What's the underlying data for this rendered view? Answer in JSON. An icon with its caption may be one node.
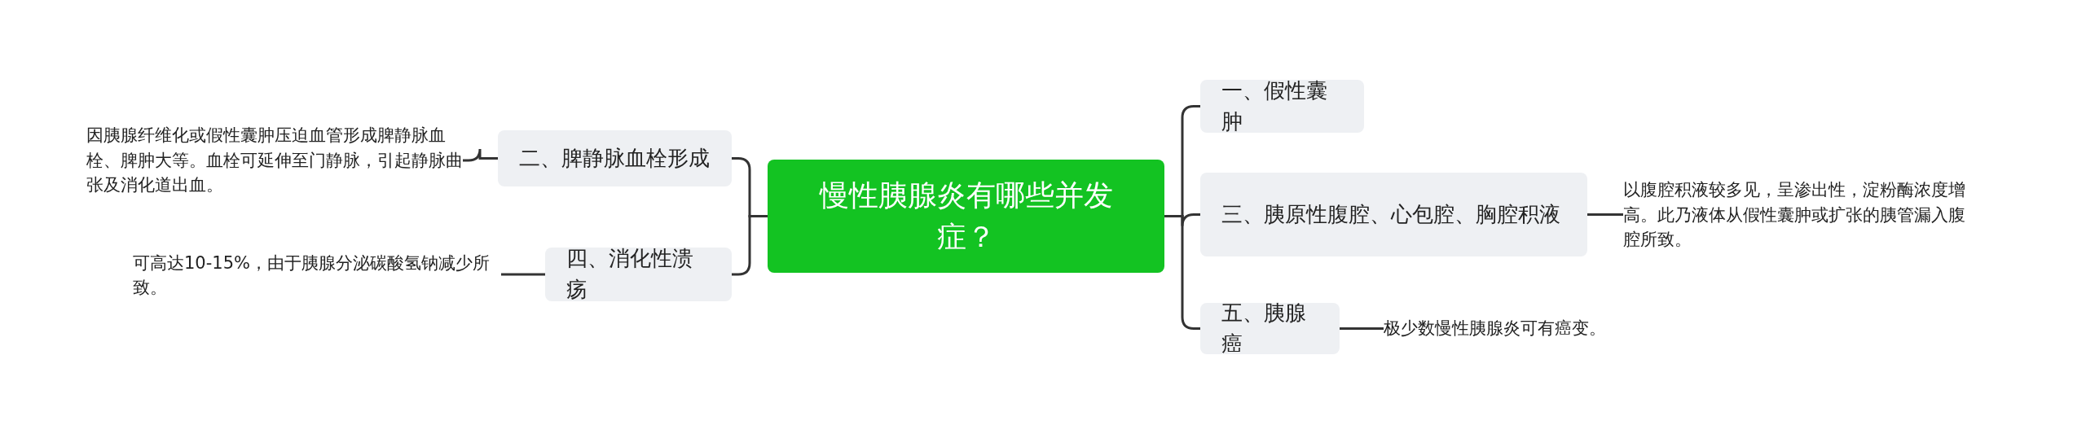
{
  "diagram": {
    "nodes": [
      {
        "text": [
          "慢性胰腺炎有哪些并发症？"
        ]
      },
      {
        "text": [
          "二、脾静脉血栓形成"
        ]
      },
      {
        "text": [
          "因胰腺纤维化或假性囊肿压迫血管形成脾静脉血栓、脾肿大等。血栓可延伸至门静脉，引起静脉曲张及消化道出血。"
        ]
      },
      {
        "text": [
          "四、消化性溃疡"
        ]
      },
      {
        "text": [
          "可高达10-15%，由于胰腺分泌碳酸氢钠减少所致。"
        ]
      },
      {
        "text": [
          "一、假性囊肿"
        ]
      },
      {
        "text": [
          "三、胰原性腹腔、心包腔、胸腔积液"
        ]
      },
      {
        "text": [
          "以腹腔积液较多见，呈渗出性，淀粉酶浓度增高。此乃液体从假性囊肿或扩张的胰管漏入腹腔所致。"
        ]
      },
      {
        "text": [
          "五、胰腺癌"
        ]
      },
      {
        "text": [
          "极少数慢性胰腺炎可有癌变。"
        ]
      }
    ],
    "edges": [
      {
        "from": 0,
        "to": 1,
        "arrow": "none"
      },
      {
        "from": 1,
        "to": 2,
        "arrow": "none"
      },
      {
        "from": 0,
        "to": 3,
        "arrow": "none"
      },
      {
        "from": 3,
        "to": 4,
        "arrow": "none"
      },
      {
        "from": 0,
        "to": 5,
        "arrow": "none"
      },
      {
        "from": 0,
        "to": 6,
        "arrow": "none"
      },
      {
        "from": 6,
        "to": 7,
        "arrow": "none"
      },
      {
        "from": 0,
        "to": 8,
        "arrow": "none"
      },
      {
        "from": 8,
        "to": 9,
        "arrow": "none"
      }
    ]
  }
}
